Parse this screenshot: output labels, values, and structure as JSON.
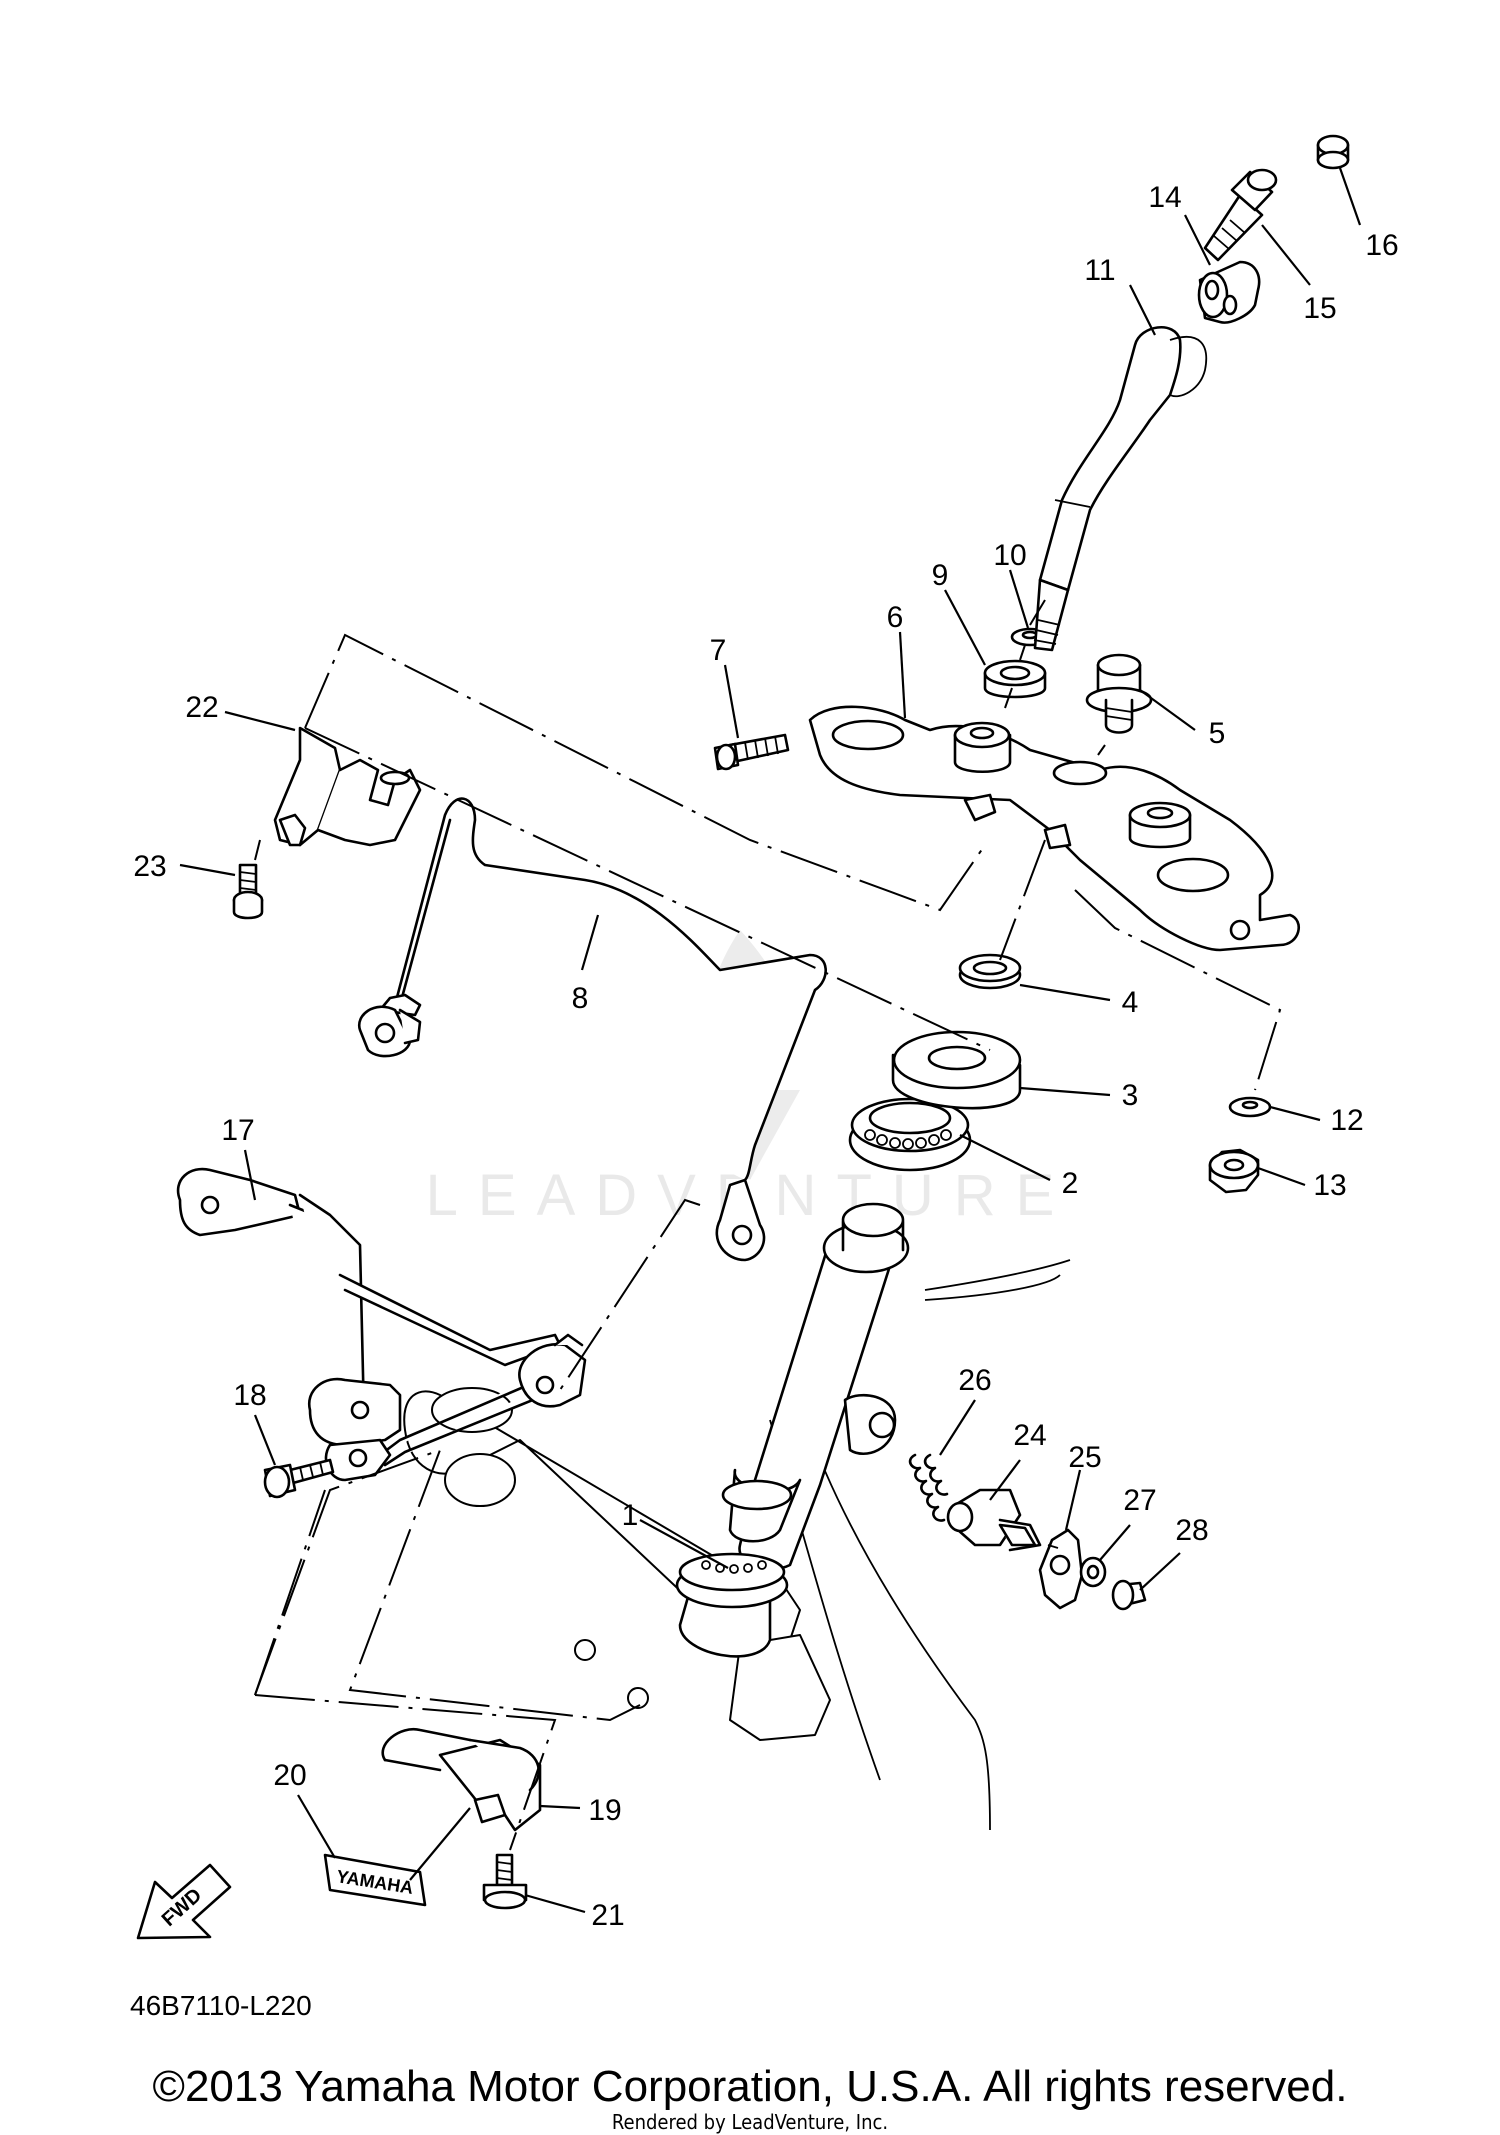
{
  "watermark": {
    "text": "LEADVENTURE"
  },
  "callouts": [
    {
      "id": "c1",
      "label": "1"
    },
    {
      "id": "c2",
      "label": "2"
    },
    {
      "id": "c3",
      "label": "3"
    },
    {
      "id": "c4",
      "label": "4"
    },
    {
      "id": "c5",
      "label": "5"
    },
    {
      "id": "c6",
      "label": "6"
    },
    {
      "id": "c7",
      "label": "7"
    },
    {
      "id": "c8",
      "label": "8"
    },
    {
      "id": "c9",
      "label": "9"
    },
    {
      "id": "c10",
      "label": "10"
    },
    {
      "id": "c11",
      "label": "11"
    },
    {
      "id": "c12",
      "label": "12"
    },
    {
      "id": "c13",
      "label": "13"
    },
    {
      "id": "c14",
      "label": "14"
    },
    {
      "id": "c15",
      "label": "15"
    },
    {
      "id": "c16",
      "label": "16"
    },
    {
      "id": "c17",
      "label": "17"
    },
    {
      "id": "c18",
      "label": "18"
    },
    {
      "id": "c19",
      "label": "19"
    },
    {
      "id": "c20",
      "label": "20"
    },
    {
      "id": "c21",
      "label": "21"
    },
    {
      "id": "c22",
      "label": "22"
    },
    {
      "id": "c23",
      "label": "23"
    },
    {
      "id": "c24",
      "label": "24"
    },
    {
      "id": "c25",
      "label": "25"
    },
    {
      "id": "c26",
      "label": "26"
    },
    {
      "id": "c27",
      "label": "27"
    },
    {
      "id": "c28",
      "label": "28"
    }
  ],
  "fwd_label": "FWD",
  "emblem_label": "YAMAHA",
  "diagram_code": "46B7110-L220",
  "copyright": "©2013 Yamaha Motor Corporation, U.S.A. All rights reserved.",
  "rendered_by": "Rendered by LeadVenture, Inc."
}
